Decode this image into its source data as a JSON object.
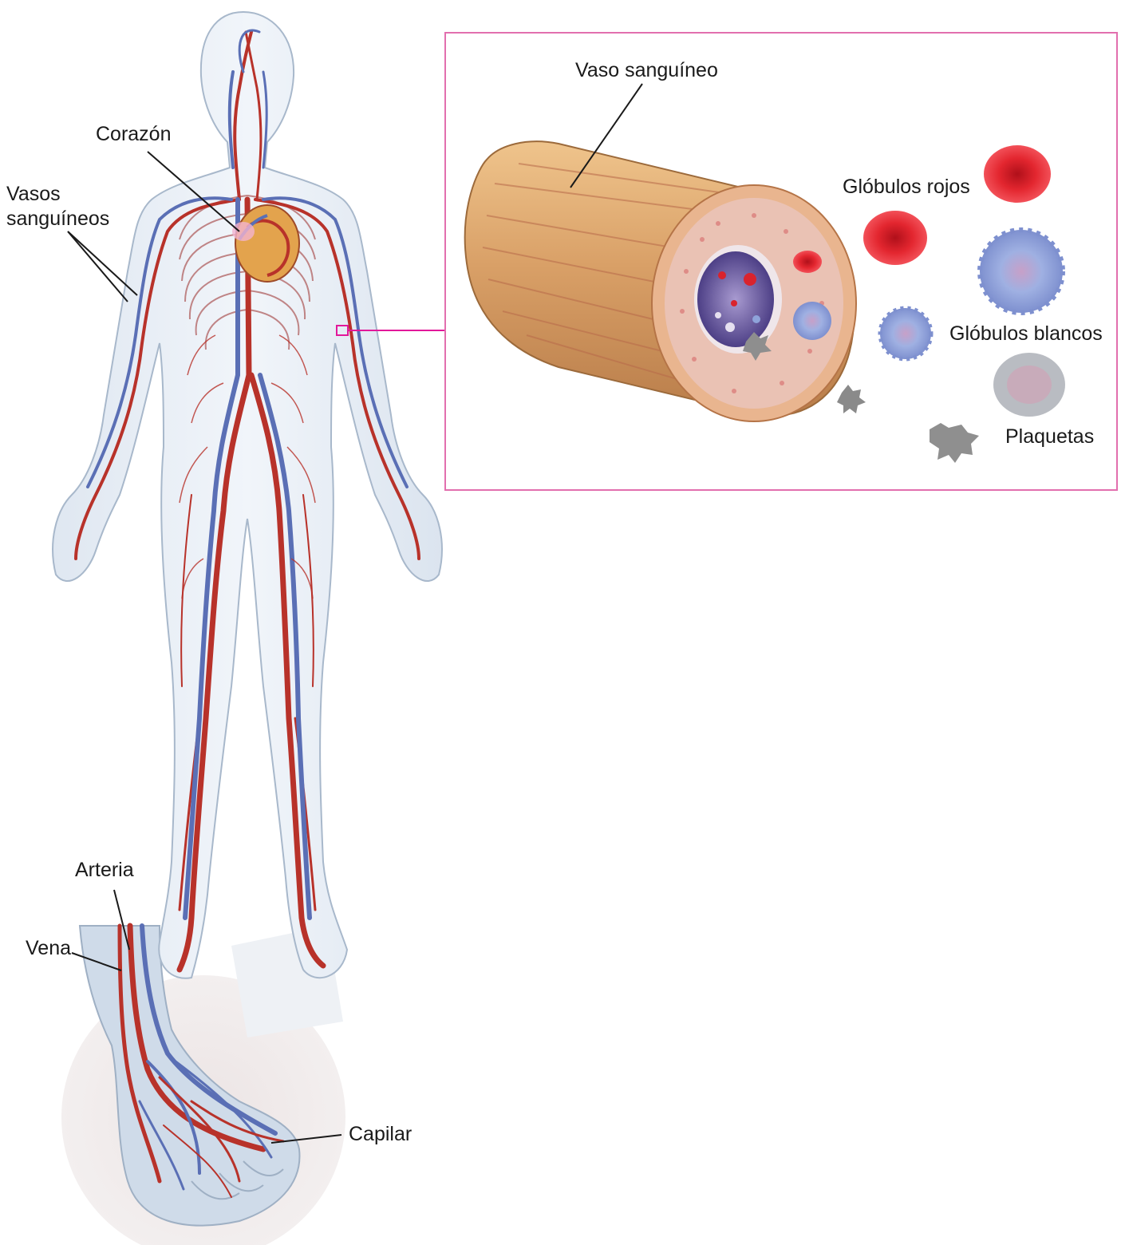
{
  "labels": {
    "heart": "Corazón",
    "vessels_line1": "Vasos",
    "vessels_line2": "sanguíneos",
    "artery": "Arteria",
    "vein": "Vena",
    "capillary": "Capilar",
    "blood_vessel": "Vaso sanguíneo",
    "red_cells": "Glóbulos rojos",
    "white_cells": "Glóbulos blancos",
    "platelets": "Plaquetas"
  },
  "colors": {
    "inset_border": "#e26fae",
    "artery": "#b8322a",
    "vein": "#5a6fb5",
    "body_fill": "#e4ebf3",
    "vessel_wall": "#d9a36a",
    "red_cell": "#d9232d",
    "white_cell": "#8fa3da"
  }
}
